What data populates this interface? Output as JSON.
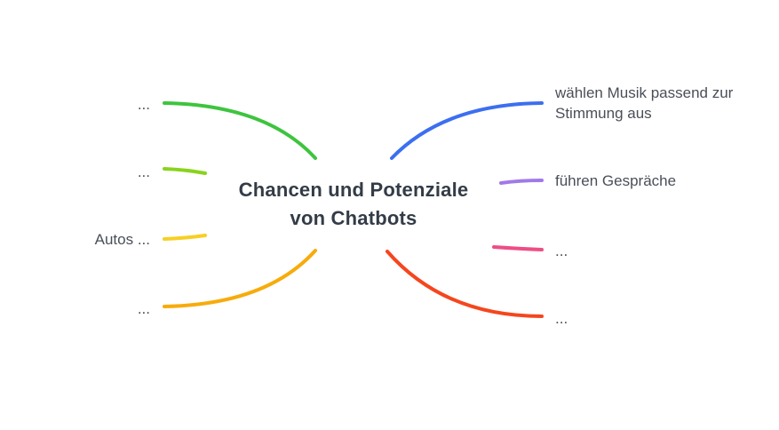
{
  "central_topic": {
    "line1": "Chancen und Potenziale",
    "line2": "von Chatbots"
  },
  "branches": {
    "left": [
      {
        "label": "...",
        "color": "#3ec43e"
      },
      {
        "label": "...",
        "color": "#88d41c"
      },
      {
        "label": "Autos ...",
        "color": "#f7cf25"
      },
      {
        "label": "...",
        "color": "#f7ab0c"
      }
    ],
    "right": [
      {
        "label_line1": "wählen Musik passend zur",
        "label_line2": "Stimmung aus",
        "color": "#3c6ff0"
      },
      {
        "label": "führen Gespräche",
        "color": "#a07ae8"
      },
      {
        "label": "...",
        "color": "#ee4d86"
      },
      {
        "label": "...",
        "color": "#f5461e"
      }
    ]
  }
}
